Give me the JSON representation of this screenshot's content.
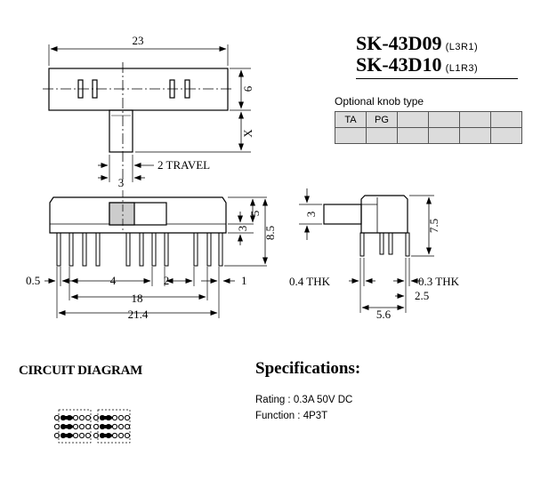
{
  "parts": [
    {
      "model": "SK-43D09",
      "code": "(L3R1)"
    },
    {
      "model": "SK-43D10",
      "code": "(L1R3)"
    }
  ],
  "knob": {
    "title": "Optional knob type",
    "types": [
      "TA",
      "PG",
      "",
      "",
      "",
      ""
    ]
  },
  "dimensions": {
    "top_width": "23",
    "top_height": "6",
    "top_x": "X",
    "travel": "2  TRAVEL",
    "actuator_width": "3",
    "front_3": "3",
    "front_5": "5",
    "front_85": "8.5",
    "pin_05": "0.5",
    "pin_4": "4",
    "pin_2": "2",
    "pin_1": "1",
    "pin_18": "18",
    "pin_214": "21.4",
    "side_3": "3",
    "side_75": "7.5",
    "side_04": "0.4  THK",
    "side_03": "0.3  THK",
    "side_25": "2.5",
    "side_56": "5.6"
  },
  "circuit": {
    "title": "CIRCUIT DIAGRAM"
  },
  "specs": {
    "title": "Specifications:",
    "rating": "Rating : 0.3A 50V DC",
    "function": "Function : 4P3T"
  },
  "colors": {
    "ink": "#000000",
    "table_fill": "#dcdcdc"
  }
}
